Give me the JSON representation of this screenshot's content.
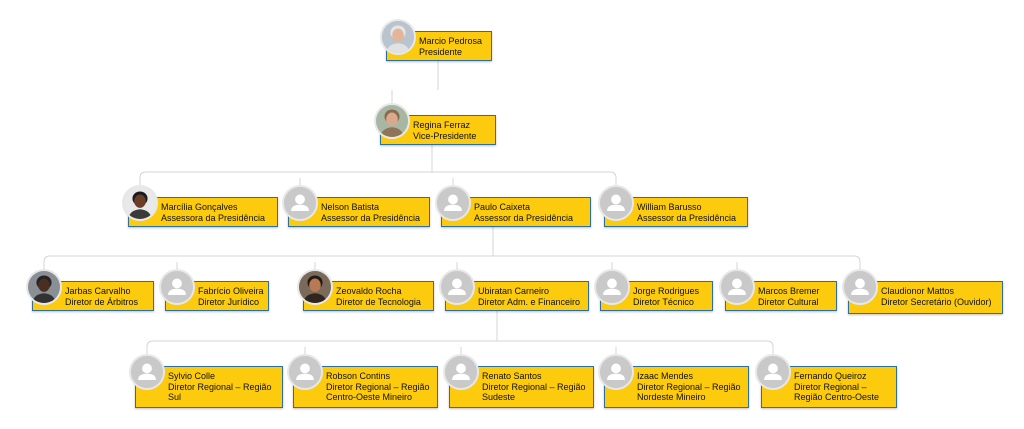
{
  "nodes": [
    {
      "id": "pedrosa",
      "name": "Marcio Pedrosa",
      "role": "Presidente",
      "photo": "photo-man-gray-hair"
    },
    {
      "id": "ferraz",
      "name": "Regina Ferraz",
      "role": "Vice-Presidente",
      "photo": "photo-woman-light-hair"
    },
    {
      "id": "goncalves",
      "name": "Marcília Gonçalves",
      "role": "Assessora da Presidência",
      "photo": "photo-woman-dark-hair"
    },
    {
      "id": "batista",
      "name": "Nelson Batista",
      "role": "Assessor da Presidência",
      "photo": "placeholder-user-icon"
    },
    {
      "id": "caixeta",
      "name": "Paulo Caixeta",
      "role": "Assessor da Presidência",
      "photo": "placeholder-user-icon"
    },
    {
      "id": "barusso",
      "name": "William Barusso",
      "role": "Assessor da Presidência",
      "photo": "placeholder-user-icon"
    },
    {
      "id": "carvalho",
      "name": "Jarbas Carvalho",
      "role": "Diretor de Árbitros",
      "photo": "photo-man-dark-skin"
    },
    {
      "id": "oliveira",
      "name": "Fabrício Oliveira",
      "role": "Diretor Jurídico",
      "photo": "placeholder-user-icon"
    },
    {
      "id": "rocha",
      "name": "Zeovaldo Rocha",
      "role": "Diretor de Tecnologia",
      "photo": "photo-man-smiling"
    },
    {
      "id": "carneiro",
      "name": "Ubiratan Carneiro",
      "role": "Diretor Adm. e Financeiro",
      "photo": "placeholder-user-icon"
    },
    {
      "id": "rodrigues",
      "name": "Jorge Rodrigues",
      "role": "Diretor Técnico",
      "photo": "placeholder-user-icon"
    },
    {
      "id": "bremer",
      "name": "Marcos Bremer",
      "role": "Diretor Cultural",
      "photo": "placeholder-user-icon"
    },
    {
      "id": "mattos",
      "name": "Claudionor Mattos",
      "role": "Diretor Secretário (Ouvidor)",
      "photo": "placeholder-user-icon"
    },
    {
      "id": "colle",
      "name": "Sylvio Colle",
      "role": "Diretor Regional – Região Sul",
      "photo": "placeholder-user-icon"
    },
    {
      "id": "contins",
      "name": "Robson Contins",
      "role": "Diretor Regional – Região Centro-Oeste Mineiro",
      "photo": "placeholder-user-icon"
    },
    {
      "id": "santos",
      "name": "Renato Santos",
      "role": "Diretor Regional – Região Sudeste",
      "photo": "placeholder-user-icon"
    },
    {
      "id": "mendes",
      "name": "Izaac Mendes",
      "role": "Diretor Regional – Região Nordeste Mineiro",
      "photo": "placeholder-user-icon"
    },
    {
      "id": "queiroz",
      "name": "Fernando Queiroz",
      "role": "Diretor Regional – Região Centro-Oeste",
      "photo": "placeholder-user-icon"
    }
  ],
  "edges": [
    [
      "pedrosa",
      "ferraz"
    ],
    [
      "ferraz",
      "goncalves"
    ],
    [
      "ferraz",
      "batista"
    ],
    [
      "ferraz",
      "caixeta"
    ],
    [
      "ferraz",
      "barusso"
    ],
    [
      "caixeta",
      "carvalho"
    ],
    [
      "caixeta",
      "oliveira"
    ],
    [
      "caixeta",
      "rocha"
    ],
    [
      "caixeta",
      "carneiro"
    ],
    [
      "caixeta",
      "rodrigues"
    ],
    [
      "caixeta",
      "bremer"
    ],
    [
      "caixeta",
      "mattos"
    ],
    [
      "carneiro",
      "colle"
    ],
    [
      "carneiro",
      "contins"
    ],
    [
      "carneiro",
      "santos"
    ],
    [
      "carneiro",
      "mendes"
    ],
    [
      "carneiro",
      "queiroz"
    ]
  ],
  "colors": {
    "box": "#fccb0e",
    "border": "#2f6f9f",
    "line": "#d4d4d4",
    "avatar_bg": "#cfcfcf"
  }
}
